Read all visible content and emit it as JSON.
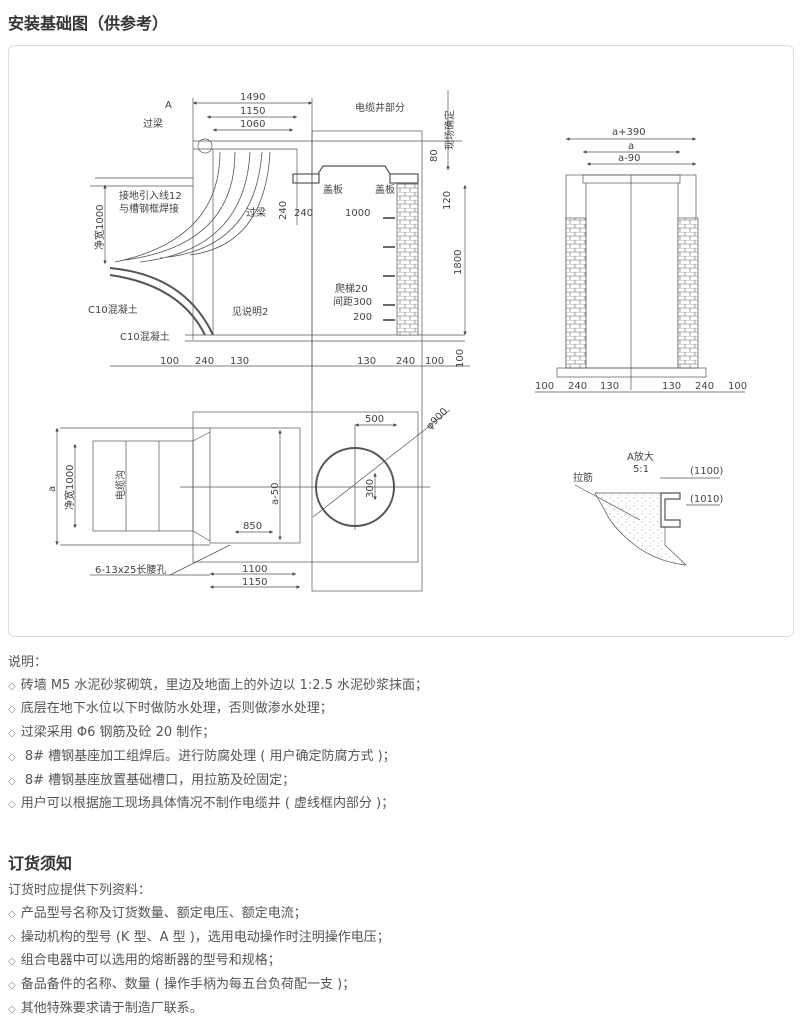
{
  "title": "安装基础图（供参考）",
  "diagram": {
    "labels": [
      "A",
      "过梁",
      "1490",
      "1150",
      "1060",
      "电缆井部分",
      "现场确定",
      "80",
      "接地引入线12",
      "与槽钢框焊接",
      "净宽1000",
      "盖板",
      "盖板",
      "240",
      "过梁",
      "240",
      "1000",
      "120",
      "1800",
      "爬梯20",
      "间距300",
      "200",
      "C10混凝土",
      "见说明2",
      "C10混凝土",
      "100",
      "240",
      "130",
      "130",
      "240",
      "100",
      "100",
      "a+390",
      "a",
      "a-90",
      "100",
      "240",
      "130",
      "130",
      "240",
      "100",
      "500",
      "φ900",
      "a",
      "净宽1000",
      "电缆沟",
      "a-50",
      "300",
      "850",
      "6-13x25长腰孔",
      "1100",
      "1150",
      "A放大",
      "5:1",
      "(1100)",
      "拉筋",
      "(1010)"
    ]
  },
  "notes": {
    "heading": "说明：",
    "items": [
      "砖墙 M5 水泥砂浆砌筑，里边及地面上的外边以 1:2.5 水泥砂浆抹面；",
      "底层在地下水位以下时做防水处理，否则做渗水处理；",
      "过梁采用 Φ6 钢筋及砼 20 制作；",
      " 8# 槽钢基座加工组焊后。进行防腐处理 ( 用户确定防腐方式 )；",
      " 8# 槽钢基座放置基础槽口，用拉筋及砼固定；",
      "用户可以根据施工现场具体情况不制作电缆井 ( 虚线框内部分 )；"
    ]
  },
  "order": {
    "heading": "订货须知",
    "intro": "订货时应提供下列资料：",
    "items": [
      "产品型号名称及订货数量、额定电压、额定电流；",
      "操动机构的型号 (K 型、A 型 )，选用电动操作时注明操作电压；",
      "组合电器中可以选用的熔断器的型号和规格；",
      "备品备件的名称、数量 ( 操作手柄为每五台负荷配一支 )；",
      "其他特殊要求请于制造厂联系。"
    ]
  },
  "bullet": "◇"
}
